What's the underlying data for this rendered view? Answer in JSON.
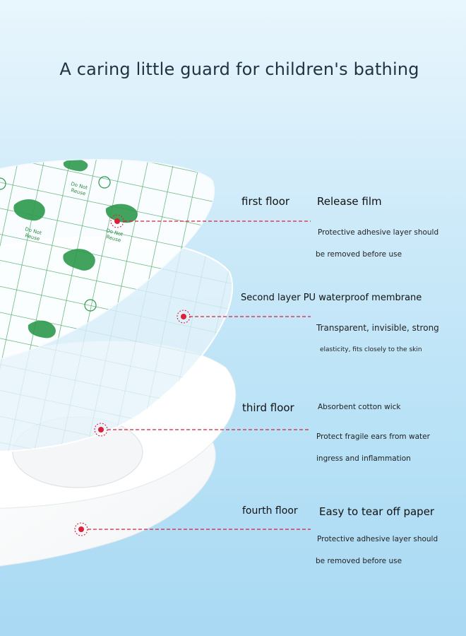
{
  "title": "A caring little guard for children's bathing",
  "layers": [
    {
      "name": "first floor",
      "heading": "Release film",
      "lines": [
        "Protective adhesive layer should",
        "be removed before use"
      ]
    },
    {
      "name": "Second layer PU waterproof membrane",
      "heading": "",
      "lines": [
        "Transparent, invisible, strong",
        "elasticity, fits closely to the skin"
      ]
    },
    {
      "name": "third floor",
      "heading": "Absorbent cotton wick",
      "lines": [
        "Protect fragile ears from water",
        "ingress and inflammation"
      ]
    },
    {
      "name": "fourth floor",
      "heading": "Easy to tear off paper",
      "lines": [
        "Protective adhesive layer should",
        "be removed before use"
      ]
    }
  ],
  "film_print": [
    "Do Not",
    "Reuse"
  ],
  "colors": {
    "accent": "#d9213a",
    "grid": "#1f8a3d",
    "title": "#1f3340"
  }
}
